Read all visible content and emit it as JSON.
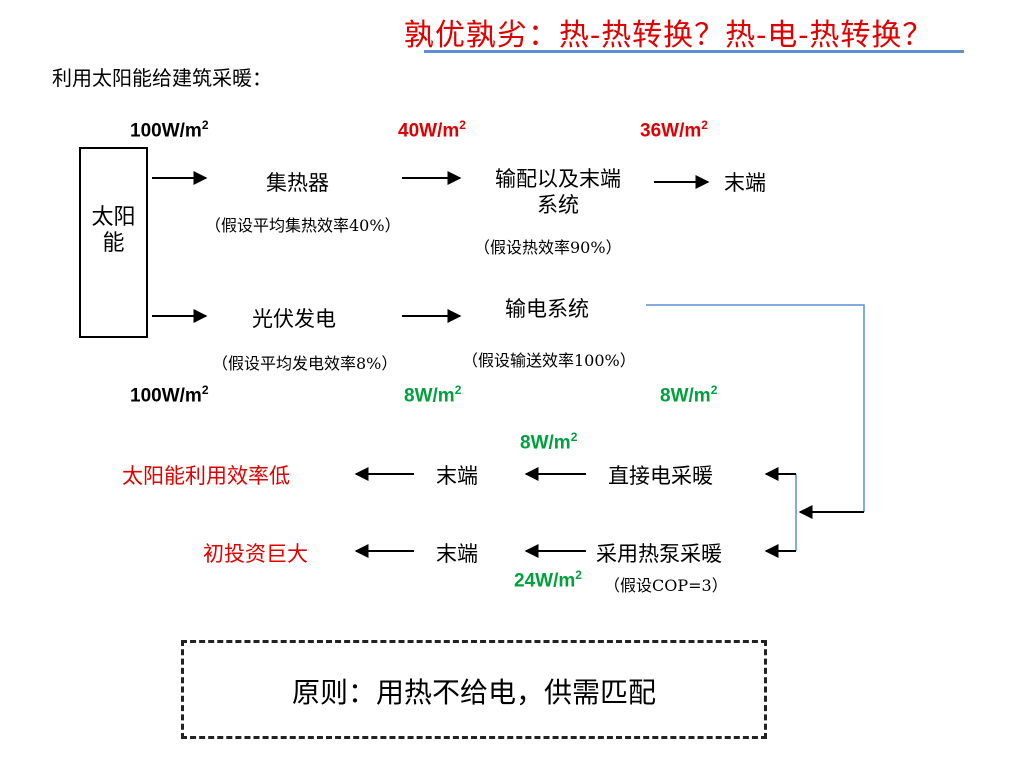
{
  "title": "孰优孰劣：热-热转换？热-电-热转换？",
  "subtitle": "利用太阳能给建筑采暖：",
  "sun": {
    "label": "太阳能"
  },
  "powers": {
    "input_top": "100W/m",
    "collector_out": "40W/m",
    "end_heat": "36W/m",
    "input_bottom": "100W/m",
    "pv_out": "8W/m",
    "trans_out": "8W/m",
    "direct_heat": "8W/m",
    "heatpump": "24W/m",
    "unit_exp": "2"
  },
  "thermal_path": {
    "collector": "集热器",
    "collector_note": "（假设平均集热效率40%）",
    "distribution_line1": "输配以及末端",
    "distribution_line2": "系统",
    "distribution_note": "（假设热效率90%）",
    "terminal": "末端"
  },
  "pv_path": {
    "pv": "光伏发电",
    "pv_note": "（假设平均发电效率8%）",
    "transmission": "输电系统",
    "transmission_note": "（假设输送效率100%）"
  },
  "heating": {
    "direct": "直接电采暖",
    "direct_terminal": "末端",
    "direct_result": "太阳能利用效率低",
    "heatpump": "采用热泵采暖",
    "heatpump_terminal": "末端",
    "heatpump_result": "初投资巨大",
    "cop_note": "（假设COP=3）"
  },
  "principle": "原则：用热不给电，供需匹配",
  "colors": {
    "title": "#e00000",
    "accent_underline": "#5b8fd6",
    "green": "#00a03c",
    "connector": "#5b8fd6"
  }
}
